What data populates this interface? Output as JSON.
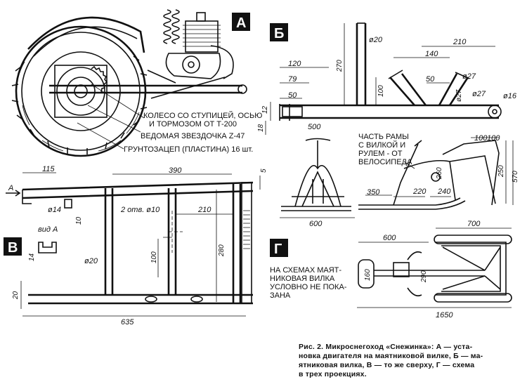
{
  "panels": {
    "a": {
      "badge": "А",
      "callouts": [
        "КОЛЕСО СО СТУПИЦЕЙ, ОСЬЮ",
        "И ТОРМОЗОМ ОТ Т-200",
        "ВЕДОМАЯ ЗВЕЗДОЧКА Z-47",
        "ГРУНТОЗАЦЕП (ПЛАСТИНА) 16 шт."
      ]
    },
    "b": {
      "badge": "Б",
      "dims": [
        "ø20",
        "210",
        "140",
        "ø27",
        "120",
        "270",
        "100",
        "50",
        "ø27",
        "ø27",
        "ø16",
        "79",
        "50",
        "12",
        "18"
      ],
      "note": [
        "ЧАСТЬ РАМЫ",
        "С ВИЛКОЙ И",
        "РУЛЕМ - ОТ",
        "ВЕЛОСИПЕДА"
      ],
      "side_dims": [
        "500",
        "100",
        "100",
        "260",
        "250",
        "570",
        "350",
        "220",
        "240",
        "600"
      ]
    },
    "v": {
      "badge": "В",
      "dims": [
        "115",
        "390",
        "5",
        "ø14",
        "10",
        "2 отв. ø10",
        "210",
        "ø20",
        "100",
        "280",
        "20",
        "635"
      ],
      "arrow_label": "А",
      "view_label": "вид А",
      "view_dim": "14"
    },
    "g": {
      "badge": "Г",
      "dims": [
        "600",
        "700",
        "160",
        "290",
        "1650"
      ],
      "note": [
        "НА СХЕМАХ МАЯТ-",
        "НИКОВАЯ ВИЛКА",
        "УСЛОВНО НЕ ПОКА-",
        "ЗАНА"
      ]
    }
  },
  "caption": {
    "lines": [
      "Рис. 2. Микроснегоход «Снежинка»: А — уста-",
      "новка двигателя на маятниковой вилке, Б — ма-",
      "ятниковая вилка, В — то же сверху, Г — схема",
      "в трех проекциях."
    ]
  }
}
